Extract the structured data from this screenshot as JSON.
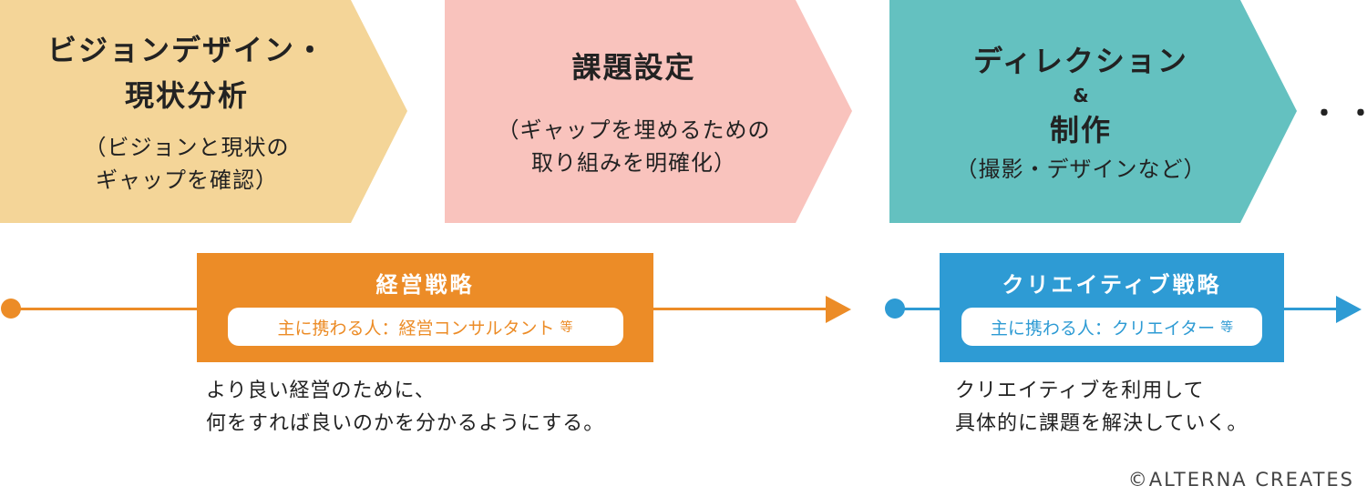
{
  "colors": {
    "step1": "#f4d598",
    "step2": "#f9c3bd",
    "step3": "#64c1c0",
    "orange": "#ec8c27",
    "blue": "#2e9bd4"
  },
  "steps": [
    {
      "title": "ビジョンデザイン・",
      "title2": "現状分析",
      "sub1": "（ビジョンと現状の",
      "sub2": "ギャップを確認）"
    },
    {
      "title": "課題設定",
      "sub1": "（ギャップを埋めるための",
      "sub2": "取り組みを明確化）"
    },
    {
      "title": "ディレクション",
      "amp": "&",
      "title2": "制作",
      "sub1": "（撮影・デザインなど）"
    }
  ],
  "ellipsis": "・・・",
  "flows": [
    {
      "title": "経営戦略",
      "pill": "主に携わる人：経営コンサルタント",
      "pill_suffix": "等",
      "desc1": "より良い経営のために、",
      "desc2": "何をすれば良いのかを分かるようにする。"
    },
    {
      "title": "クリエイティブ戦略",
      "pill": "主に携わる人：クリエイター",
      "pill_suffix": "等",
      "desc1": "クリエイティブを利用して",
      "desc2": "具体的に課題を解決していく。"
    }
  ],
  "copyright": "©ALTERNA CREATES"
}
